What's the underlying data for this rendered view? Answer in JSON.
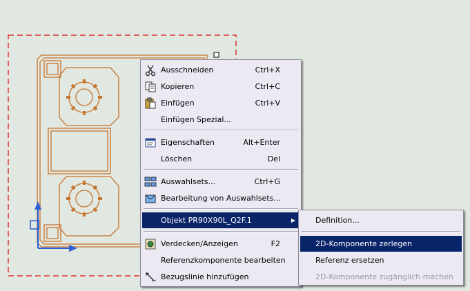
{
  "colors": {
    "canvas_bg": "#e1e7e1",
    "profile": "#c8732a",
    "selection_dash": "#e03030",
    "axis": "#2a5fd8",
    "menu_bg": "#ece9f3",
    "highlight": "#0a246a"
  },
  "context_menu": {
    "items": [
      {
        "label": "Ausschneiden",
        "shortcut": "Ctrl+X",
        "icon": "scissors-icon"
      },
      {
        "label": "Kopieren",
        "shortcut": "Ctrl+C",
        "icon": "copy-icon"
      },
      {
        "label": "Einfügen",
        "shortcut": "Ctrl+V",
        "icon": "paste-icon"
      },
      {
        "label": "Einfügen Spezial...",
        "shortcut": ""
      },
      {
        "label": "Eigenschaften",
        "shortcut": "Alt+Enter",
        "icon": "properties-icon"
      },
      {
        "label": "Löschen",
        "shortcut": "Del"
      },
      {
        "label": "Auswahlsets...",
        "shortcut": "Ctrl+G",
        "icon": "selection-sets-icon"
      },
      {
        "label": "Bearbeitung von Auswahlsets...",
        "shortcut": "",
        "icon": "edit-selection-sets-icon"
      },
      {
        "label": "Objekt PR90X90L_Q2F.1",
        "shortcut": "",
        "submenu": true
      },
      {
        "label": "Verdecken/Anzeigen",
        "shortcut": "F2",
        "icon": "hide-show-icon"
      },
      {
        "label": "Referenzkomponente bearbeiten",
        "shortcut": ""
      },
      {
        "label": "Bezugslinie hinzufügen",
        "shortcut": "",
        "icon": "add-leader-icon"
      }
    ]
  },
  "submenu": {
    "items": [
      {
        "label": "Definition..."
      },
      {
        "label": "2D-Komponente zerlegen",
        "highlighted": true
      },
      {
        "label": "Referenz ersetzen"
      },
      {
        "label": "2D-Komponente zugänglich machen",
        "disabled": true
      }
    ]
  }
}
